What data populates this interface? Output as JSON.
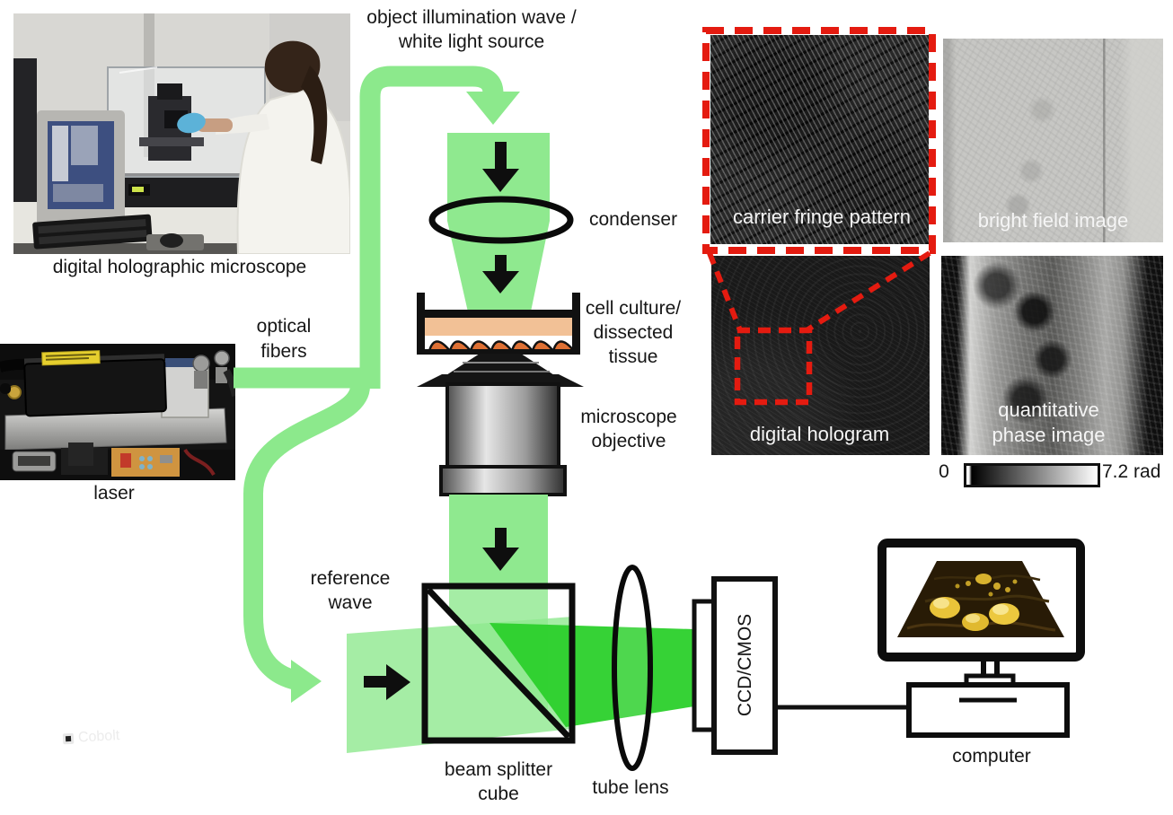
{
  "figure": {
    "top_label_line1": "object illumination wave /",
    "top_label_line2": "white light source",
    "photos": {
      "microscope_caption": "digital holographic microscope",
      "laser_caption": "laser",
      "laser_brand": "Cobolt"
    },
    "schematic": {
      "optical_fibers_line1": "optical",
      "optical_fibers_line2": "fibers",
      "condenser": "condenser",
      "sample_line1": "cell culture/",
      "sample_line2": "dissected",
      "sample_line3": "tissue",
      "objective_line1": "microscope",
      "objective_line2": "objective",
      "reference_line1": "reference",
      "reference_line2": "wave",
      "beam_splitter_line1": "beam splitter",
      "beam_splitter_line2": "cube",
      "tube_lens": "tube lens",
      "sensor": "CCD/CMOS",
      "computer": "computer"
    },
    "result_panels": {
      "carrier_fringe": "carrier fringe pattern",
      "bright_field": "bright field image",
      "hologram": "digital hologram",
      "phase_line1": "quantitative",
      "phase_line2": "phase image"
    },
    "colorbar": {
      "min_label": "0",
      "max_label": "7.2 rad"
    },
    "colors": {
      "beam_green_light": "#8fe98f",
      "beam_green_bright": "#2bd02b",
      "callout_red": "#e41b10"
    }
  }
}
